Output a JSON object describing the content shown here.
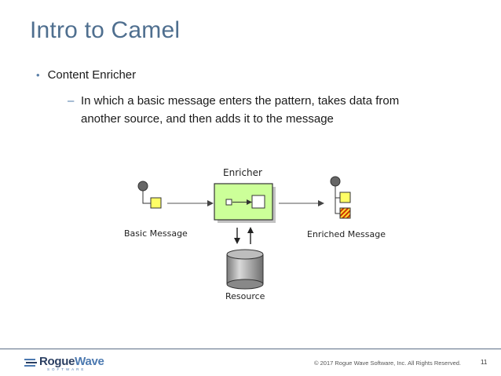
{
  "slide": {
    "title": "Intro to Camel",
    "bullet_1": "Content Enricher",
    "bullet_2_dash": "–",
    "bullet_2": "In which a basic message enters the pattern, takes data from another source, and then adds it to the message"
  },
  "diagram": {
    "enricher_label": "Enricher",
    "basic_message_label": "Basic Message",
    "enriched_message_label": "Enriched Message",
    "resource_label": "Resource",
    "colors": {
      "enricher_fill": "#ccff99",
      "message_fill": "#ffff66",
      "enriched_hatch_red": "#cc3300",
      "enriched_hatch_yellow": "#ffdd33",
      "resource_fill": "#999999"
    }
  },
  "footer": {
    "logo_text_main": "Rogue",
    "logo_text_accent": "Wave",
    "logo_sub": "SOFTWARE",
    "copyright": "© 2017 Rogue Wave Software, Inc. All Rights Reserved.",
    "page_number": "11"
  }
}
